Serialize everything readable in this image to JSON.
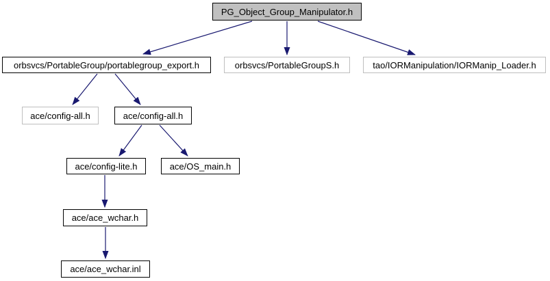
{
  "diagram": {
    "kind": "include-dependency-graph",
    "colors": {
      "background": "#ffffff",
      "arrow": "#191970",
      "root_fill": "#c0c0c0",
      "node_fill": "#ffffff",
      "border_black": "#000000",
      "border_gray": "#bebebe",
      "text": "#000000"
    },
    "nodes": [
      {
        "id": "root",
        "label": "PG_Object_Group_Manipulator.h"
      },
      {
        "id": "export",
        "label": "orbsvcs/PortableGroup/portablegroup_export.h"
      },
      {
        "id": "pgs",
        "label": "orbsvcs/PortableGroupS.h"
      },
      {
        "id": "iorm",
        "label": "tao/IORManipulation/IORManip_Loader.h"
      },
      {
        "id": "config_all_gray",
        "label": "ace/config-all.h"
      },
      {
        "id": "config_all",
        "label": "ace/config-all.h"
      },
      {
        "id": "config_lite",
        "label": "ace/config-lite.h"
      },
      {
        "id": "os_main",
        "label": "ace/OS_main.h"
      },
      {
        "id": "ace_wchar_h",
        "label": "ace/ace_wchar.h"
      },
      {
        "id": "ace_wchar_inl",
        "label": "ace/ace_wchar.inl"
      }
    ],
    "edges": [
      {
        "from": "PG_Object_Group_Manipulator.h",
        "to": "orbsvcs/PortableGroup/portablegroup_export.h"
      },
      {
        "from": "PG_Object_Group_Manipulator.h",
        "to": "orbsvcs/PortableGroupS.h"
      },
      {
        "from": "PG_Object_Group_Manipulator.h",
        "to": "tao/IORManipulation/IORManip_Loader.h"
      },
      {
        "from": "orbsvcs/PortableGroup/portablegroup_export.h",
        "to": "ace/config-all.h (gray)"
      },
      {
        "from": "orbsvcs/PortableGroup/portablegroup_export.h",
        "to": "ace/config-all.h"
      },
      {
        "from": "ace/config-all.h",
        "to": "ace/config-lite.h"
      },
      {
        "from": "ace/config-all.h",
        "to": "ace/OS_main.h"
      },
      {
        "from": "ace/config-lite.h",
        "to": "ace/ace_wchar.h"
      },
      {
        "from": "ace/ace_wchar.h",
        "to": "ace/ace_wchar.inl"
      }
    ]
  }
}
